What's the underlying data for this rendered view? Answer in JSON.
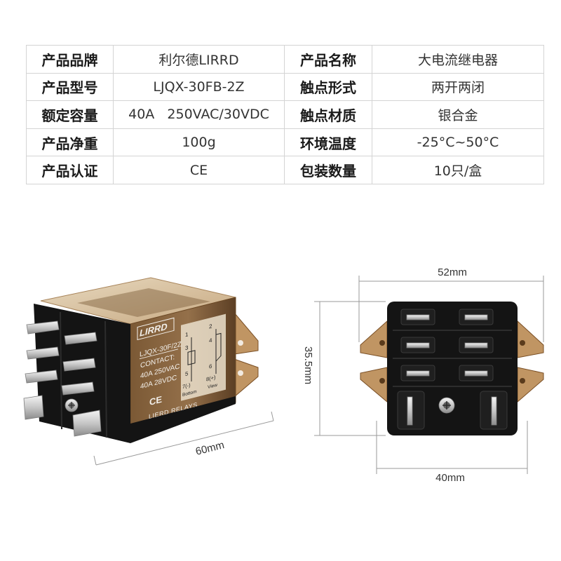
{
  "spec_table": {
    "rows": [
      {
        "label_left": "产品品牌",
        "value_left": "利尔德LIRRD",
        "label_right": "产品名称",
        "value_right": "大电流继电器"
      },
      {
        "label_left": "产品型号",
        "value_left": "LJQX-30FB-2Z",
        "label_right": "触点形式",
        "value_right": "两开两闭"
      },
      {
        "label_left": "额定容量",
        "value_left": "40A   250VAC/30VDC",
        "label_right": "触点材质",
        "value_right": "银合金"
      },
      {
        "label_left": "产品净重",
        "value_left": "100g",
        "label_right": "环境温度",
        "value_right": "-25°C~50°C"
      },
      {
        "label_left": "产品认证",
        "value_left": "CE",
        "label_right": "包装数量",
        "value_right": "10只/盒"
      }
    ]
  },
  "side_view": {
    "relay_label": {
      "brand": "LIRRD",
      "model": "LJQX-30F/2Z",
      "contact": "CONTACT:",
      "rating_ac": "40A 250VAC",
      "rating_dc": "40A 28VDC",
      "cert_mark": "CE",
      "maker": "LIERD  RELAYS",
      "pins": [
        "1",
        "2",
        "3",
        "4",
        "5",
        "6",
        "7(-)",
        "8(+)"
      ],
      "bottom": "Bottom",
      "view": "View"
    },
    "length_dimension": "60mm"
  },
  "bottom_view": {
    "width_dimension": "52mm",
    "height_dimension": "35.5mm",
    "base_dimension": "40mm"
  },
  "colors": {
    "table_border": "#d4d4d4",
    "label_text": "#1a1a1a",
    "value_text": "#333333",
    "relay_base": "#141414",
    "housing_amber": "#b98a52",
    "dimension_line": "#9a9a9a"
  }
}
